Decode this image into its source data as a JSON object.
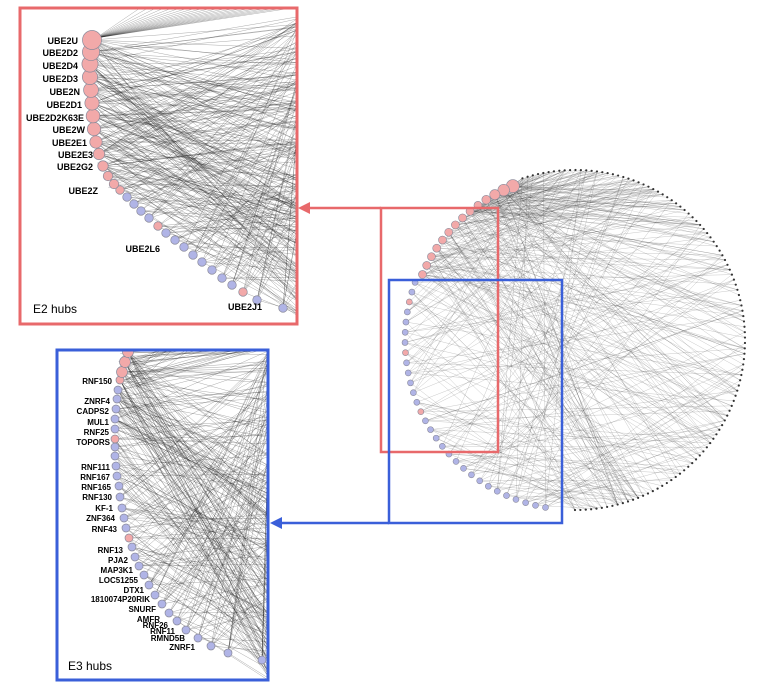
{
  "colors": {
    "e2_accent": "#e8696b",
    "e3_accent": "#3a5fd9",
    "e2_node": "#f2a9a9",
    "e3_node": "#b0b4e6",
    "node_stroke": "#8a8a9a"
  },
  "e2_panel": {
    "title": "E2 hubs",
    "labels": [
      "UBE2U",
      "UBE2D2",
      "UBE2D4",
      "UBE2D3",
      "UBE2N",
      "UBE2D1",
      "UBE2D2K63E",
      "UBE2W",
      "UBE2E1",
      "UBE2E3",
      "UBE2G2",
      "UBE2Z",
      "UBE2L6",
      "UBE2J1"
    ]
  },
  "e3_panel": {
    "title": "E3 hubs",
    "labels": [
      "RNF150",
      "ZNRF4",
      "CADPS2",
      "MUL1",
      "RNF25",
      "TOPORS",
      "RNF111",
      "RNF167",
      "RNF165",
      "RNF130",
      "KF-1",
      "ZNF364",
      "RNF43",
      "RNF13",
      "PJA2",
      "MAP3K1",
      "LOC51255",
      "DTX1",
      "1810074P20RIK",
      "SNURF",
      "AMFR",
      "RNF26",
      "RNF11",
      "RMND5B",
      "ZNRF1"
    ]
  }
}
